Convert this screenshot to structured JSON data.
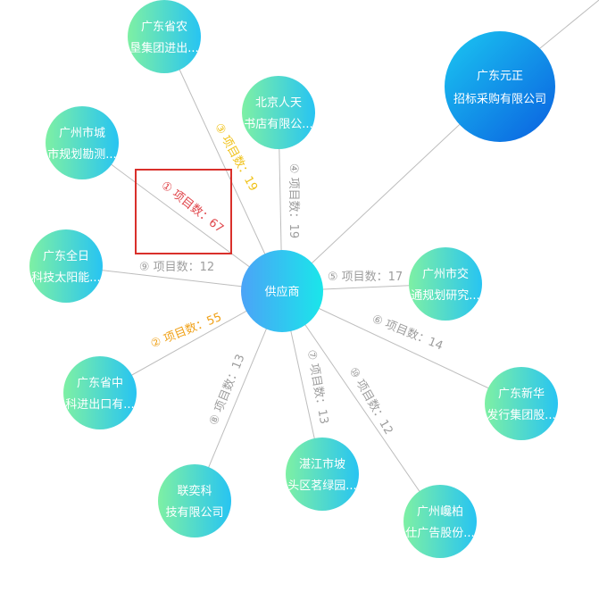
{
  "diagram": {
    "center": {
      "id": "supplier",
      "label": "供应商"
    },
    "nodes": [
      {
        "id": "n1",
        "lines": [
          "广州市城",
          "市规划勘测..."
        ],
        "edge_label": "① 项目数：67",
        "label_color": "#e0474c",
        "highlighted": true
      },
      {
        "id": "n2",
        "lines": [
          "广东省中",
          "科进出口有..."
        ],
        "edge_label": "② 项目数：55",
        "label_color": "#f0a21a",
        "highlighted": false
      },
      {
        "id": "n3",
        "lines": [
          "广东省农",
          "垦集团进出..."
        ],
        "edge_label": "③ 项目数：19",
        "label_color": "#f0c21a",
        "highlighted": false
      },
      {
        "id": "n4",
        "lines": [
          "北京人天",
          "书店有限公..."
        ],
        "edge_label": "④ 项目数：19",
        "label_color": "#9e9e9e",
        "highlighted": false
      },
      {
        "id": "n5",
        "lines": [
          "广州市交",
          "通规划研究..."
        ],
        "edge_label": "⑤ 项目数：17",
        "label_color": "#9e9e9e",
        "highlighted": false
      },
      {
        "id": "n6",
        "lines": [
          "广东新华",
          "发行集团股..."
        ],
        "edge_label": "⑥ 项目数：14",
        "label_color": "#9e9e9e",
        "highlighted": false
      },
      {
        "id": "n7",
        "lines": [
          "湛江市坡",
          "头区茗绿园..."
        ],
        "edge_label": "⑦ 项目数：13",
        "label_color": "#9e9e9e",
        "highlighted": false
      },
      {
        "id": "n8",
        "lines": [
          "联奕科",
          "技有限公司"
        ],
        "edge_label": "⑧ 项目数：13",
        "label_color": "#9e9e9e",
        "highlighted": false
      },
      {
        "id": "n9",
        "lines": [
          "广东全日",
          "科技太阳能..."
        ],
        "edge_label": "⑨ 项目数：12",
        "label_color": "#9e9e9e",
        "highlighted": false
      },
      {
        "id": "n10",
        "lines": [
          "广州巉柏",
          "仕广告股份..."
        ],
        "edge_label": "⑩ 项目数：12",
        "label_color": "#9e9e9e",
        "highlighted": false
      },
      {
        "id": "n11",
        "lines": [
          "广东元正",
          "招标采购有限公司"
        ],
        "edge_label": "",
        "label_color": "#9e9e9e",
        "highlighted": false,
        "big": true
      }
    ]
  }
}
